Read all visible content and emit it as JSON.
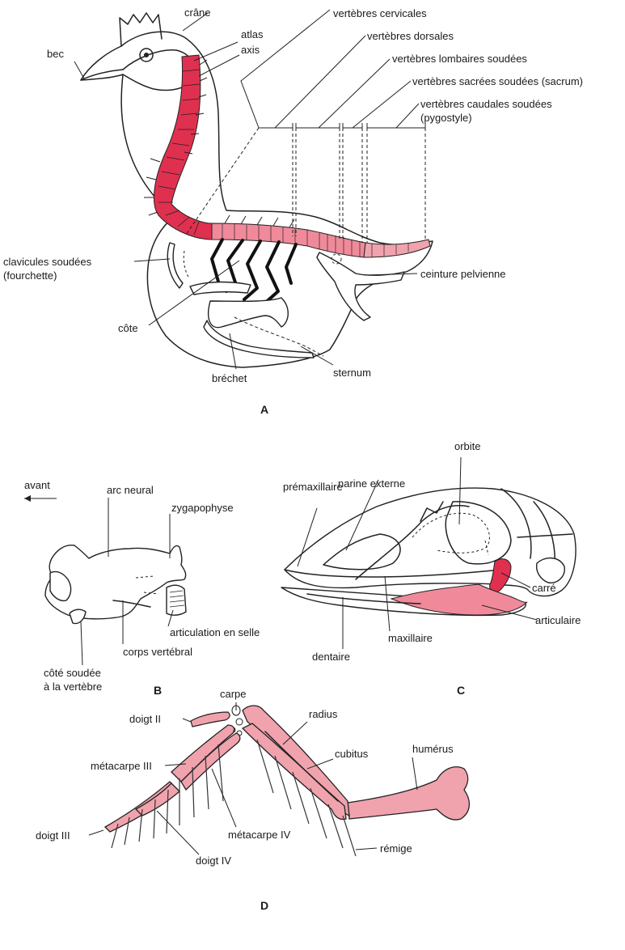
{
  "colors": {
    "accent_red": "#e0304f",
    "accent_light": "#f08a9a",
    "accent_pink": "#f0a3ad",
    "ink": "#222222"
  },
  "panel_a": {
    "id": "A",
    "labels": {
      "crane": "crâne",
      "vert_cervicales": "vertèbres cervicales",
      "atlas": "atlas",
      "vert_dorsales": "vertèbres dorsales",
      "bec": "bec",
      "axis": "axis",
      "vert_lombaires": "vertèbres lombaires soudées",
      "vert_sacrees": "vertèbres sacrées soudées (sacrum)",
      "vert_caudales_1": "vertèbres caudales soudées",
      "vert_caudales_2": "(pygostyle)",
      "clavicules_1": "clavicules soudées",
      "clavicules_2": "(fourchette)",
      "ceinture": "ceinture pelvienne",
      "cote": "côte",
      "sternum": "sternum",
      "brechet": "bréchet"
    }
  },
  "panel_b": {
    "id": "B",
    "labels": {
      "avant": "avant",
      "arc_neural": "arc neural",
      "zygapophyse": "zygapophyse",
      "articulation": "articulation en selle",
      "corps": "corps vertébral",
      "cote_soudee_1": "côté soudée",
      "cote_soudee_2": "à la vertèbre"
    }
  },
  "panel_c": {
    "id": "C",
    "labels": {
      "orbite": "orbite",
      "premaxillaire": "prémaxillaire",
      "narine": "narine externe",
      "carre": "carré",
      "articulaire": "articulaire",
      "maxillaire": "maxillaire",
      "dentaire": "dentaire"
    }
  },
  "panel_d": {
    "id": "D",
    "labels": {
      "carpe": "carpe",
      "radius": "radius",
      "doigt_ii": "doigt II",
      "cubitus": "cubitus",
      "humerus": "humérus",
      "metacarpe_iii": "métacarpe III",
      "metacarpe_iv": "métacarpe IV",
      "doigt_iii": "doigt III",
      "remige": "rémige",
      "doigt_iv": "doigt IV"
    }
  }
}
